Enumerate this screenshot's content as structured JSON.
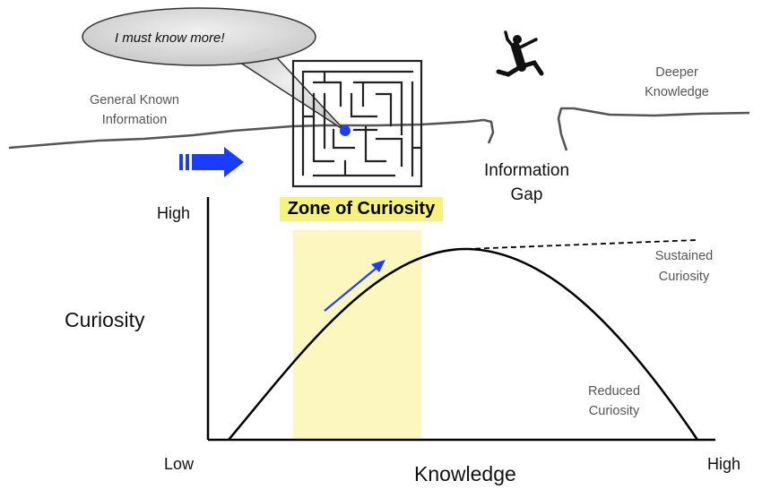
{
  "bubble": {
    "text": "I must know more!"
  },
  "known": {
    "line1": "General Known",
    "line2": "Information"
  },
  "deeper": {
    "line1": "Deeper",
    "line2": "Knowledge"
  },
  "gap": {
    "line1": "Information",
    "line2": "Gap"
  },
  "zone": {
    "label": "Zone of Curiosity",
    "color": "#f7f27a"
  },
  "axes": {
    "y_high": "High",
    "y_title": "Curiosity",
    "x_low": "Low",
    "x_high": "High",
    "x_title": "Knowledge"
  },
  "curve_labels": {
    "sustained_1": "Sustained",
    "sustained_2": "Curiosity",
    "reduced_1": "Reduced",
    "reduced_2": "Curiosity"
  },
  "colors": {
    "arrow": "#1a3cff",
    "dot": "#1a3cff",
    "ground": "#555555"
  },
  "icons": [
    "speech-bubble",
    "maze",
    "jumping-figure",
    "right-arrow-icon"
  ]
}
